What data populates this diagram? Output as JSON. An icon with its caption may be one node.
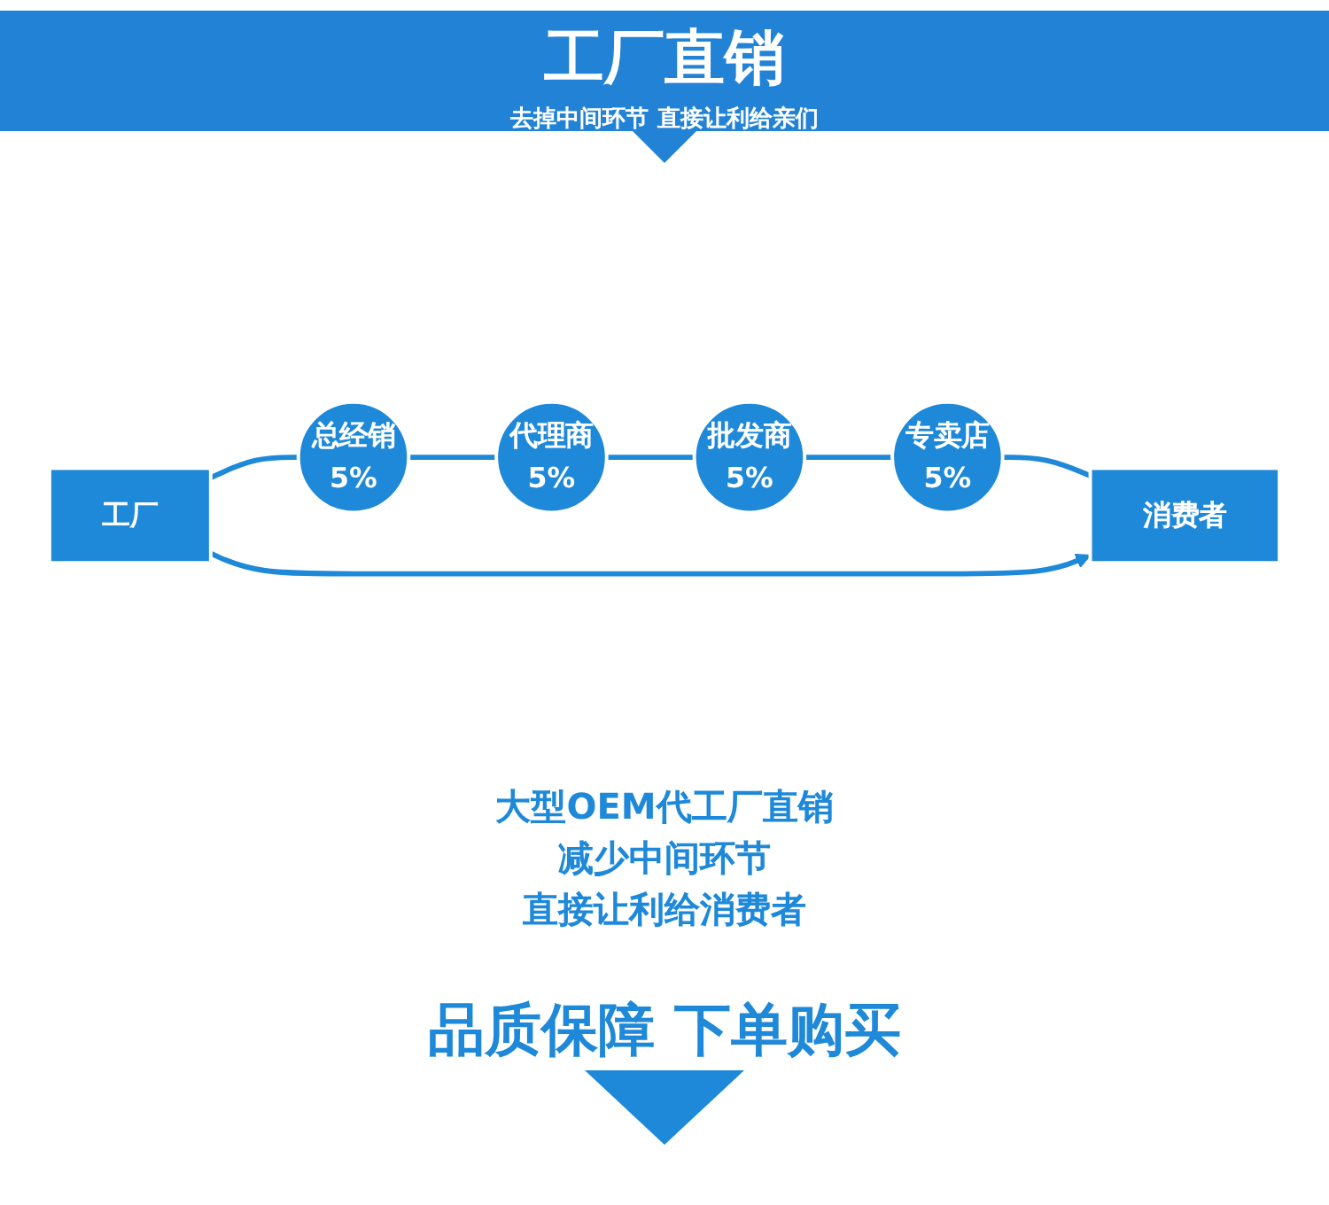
{
  "diagram": {
    "title": "工厂直销",
    "caption": "去掉中间环节 直接让利给亲们",
    "nodes": [
      {
        "text": [
          "工厂"
        ]
      },
      {
        "text": [
          "总经销",
          "5%"
        ]
      },
      {
        "text": [
          "代理商",
          "5%"
        ]
      },
      {
        "text": [
          "批发商",
          "5%"
        ]
      },
      {
        "text": [
          "专卖店",
          "5%"
        ]
      },
      {
        "text": [
          "消费者"
        ]
      }
    ],
    "edges": [
      {
        "from": 0,
        "to": 1,
        "arrow": "none"
      },
      {
        "from": 1,
        "to": 2,
        "arrow": "none"
      },
      {
        "from": 2,
        "to": 3,
        "arrow": "none"
      },
      {
        "from": 3,
        "to": 4,
        "arrow": "none"
      },
      {
        "from": 4,
        "to": 5,
        "arrow": "none"
      },
      {
        "from": 0,
        "to": 5,
        "arrow": "to"
      }
    ],
    "labels": [
      "大型OEM代工厂直销",
      "减少中间环节",
      "直接让利给消费者",
      "品质保障 下单购买"
    ]
  }
}
